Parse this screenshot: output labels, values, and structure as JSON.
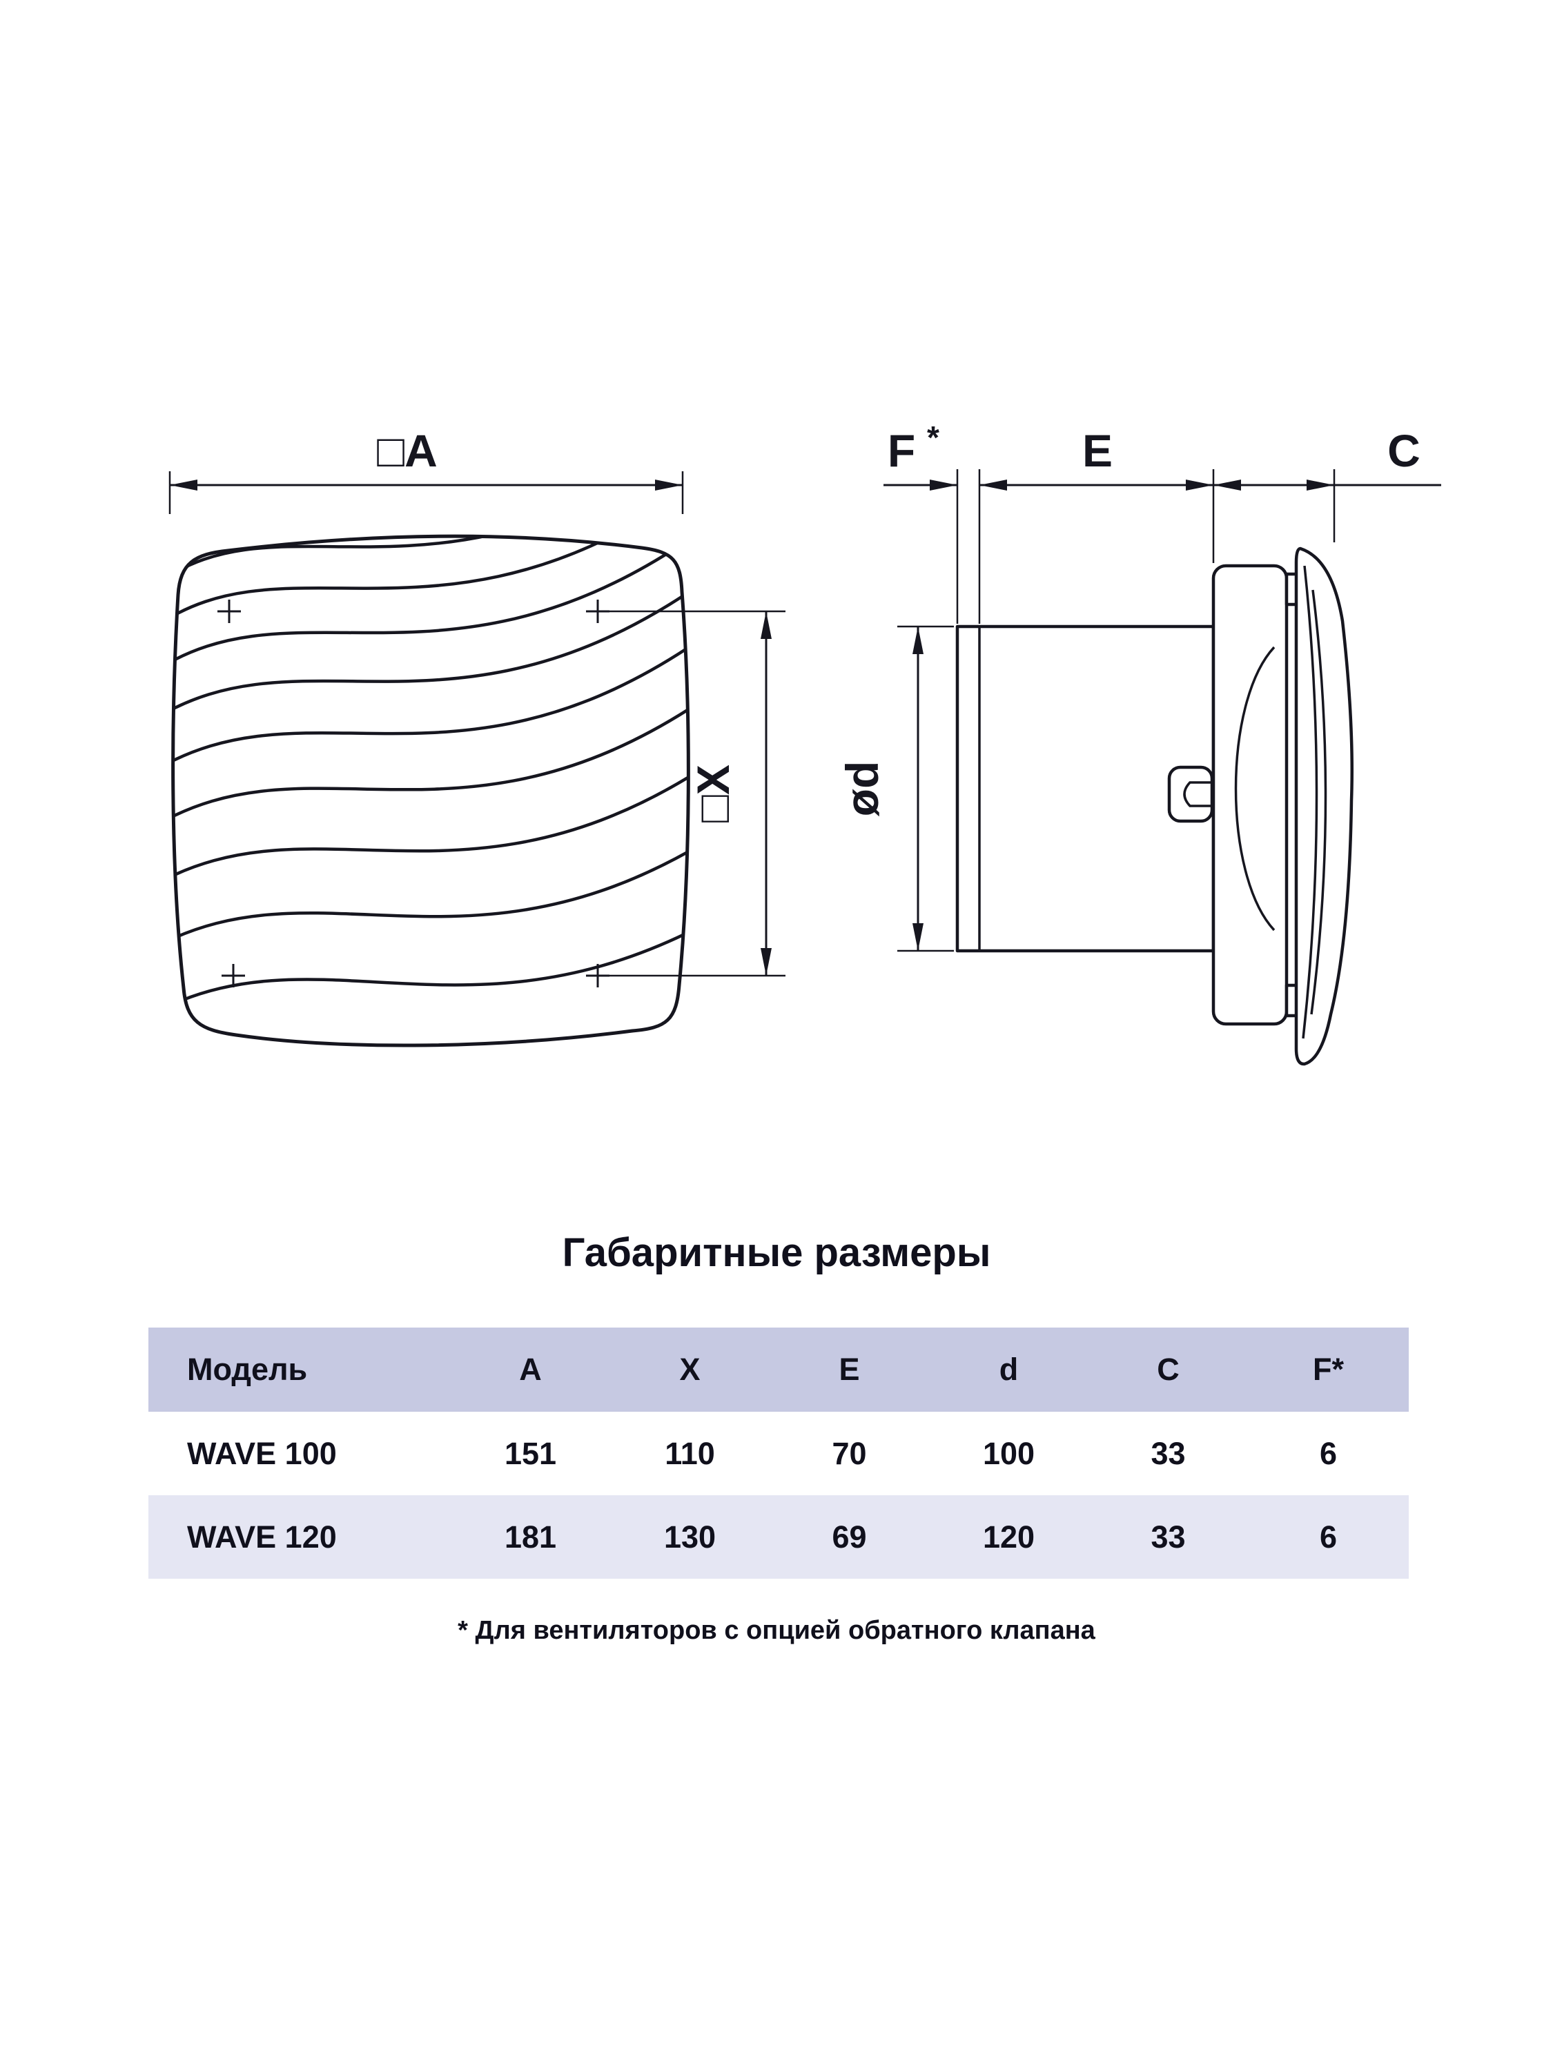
{
  "section": {
    "title": "Габаритные размеры"
  },
  "diagram": {
    "label_a": "□A",
    "label_x": "□X",
    "label_f": "F",
    "label_f_star": "*",
    "label_e": "E",
    "label_c": "C",
    "label_d": "ød"
  },
  "table": {
    "headers": [
      "Модель",
      "A",
      "X",
      "E",
      "d",
      "C",
      "F*"
    ],
    "rows": [
      {
        "model": "WAVE 100",
        "values": [
          "151",
          "110",
          "70",
          "100",
          "33",
          "6"
        ]
      },
      {
        "model": "WAVE 120",
        "values": [
          "181",
          "130",
          "69",
          "120",
          "33",
          "6"
        ]
      }
    ]
  },
  "footnote": "* Для вентиляторов с опцией обратного клапана"
}
